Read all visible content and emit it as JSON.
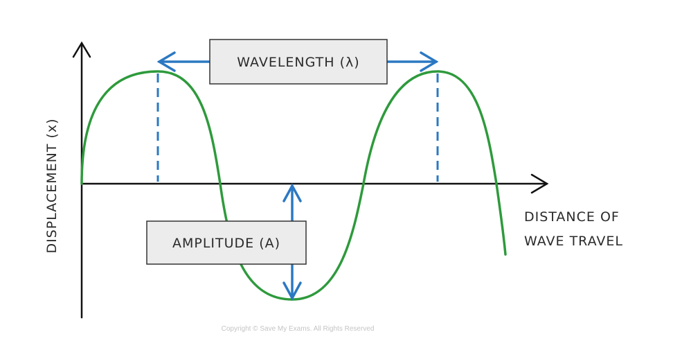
{
  "diagram": {
    "y_axis_label": "DISPLACEMENT (x)",
    "x_axis_label_line1": "DISTANCE OF",
    "x_axis_label_line2": "WAVE TRAVEL",
    "wavelength_label": "WAVELENGTH (λ)",
    "amplitude_label": "AMPLITUDE (A)",
    "copyright": "Copyright © Save My Exams. All Rights Reserved",
    "colors": {
      "wave": "#2e9a3c",
      "annotation": "#2b78c2",
      "axis": "#111111",
      "box_fill": "#ececec"
    }
  }
}
